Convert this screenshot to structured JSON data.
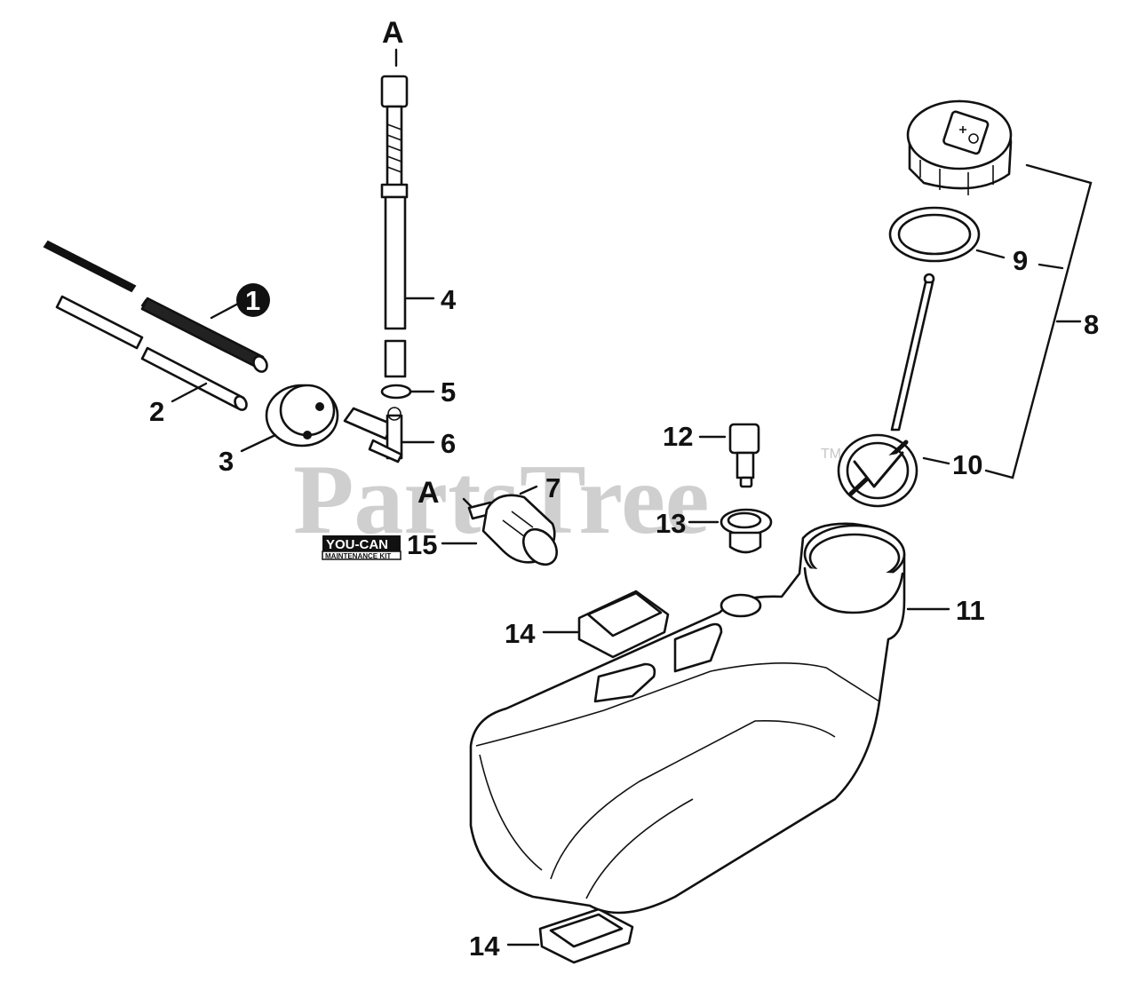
{
  "watermark": {
    "text": "PartsTree",
    "mark": "TM"
  },
  "badge": {
    "top": "YOU-CAN",
    "bottom": "MAINTENANCE KIT"
  },
  "callouts": {
    "ref_a_top": "A",
    "ref_a_mid": "A",
    "ref_1": "1",
    "c2": "2",
    "c3": "3",
    "c4": "4",
    "c5": "5",
    "c6": "6",
    "c7": "7",
    "c8": "8",
    "c9": "9",
    "c10": "10",
    "c11": "11",
    "c12": "12",
    "c13": "13",
    "c14a": "14",
    "c14b": "14",
    "c15": "15"
  }
}
